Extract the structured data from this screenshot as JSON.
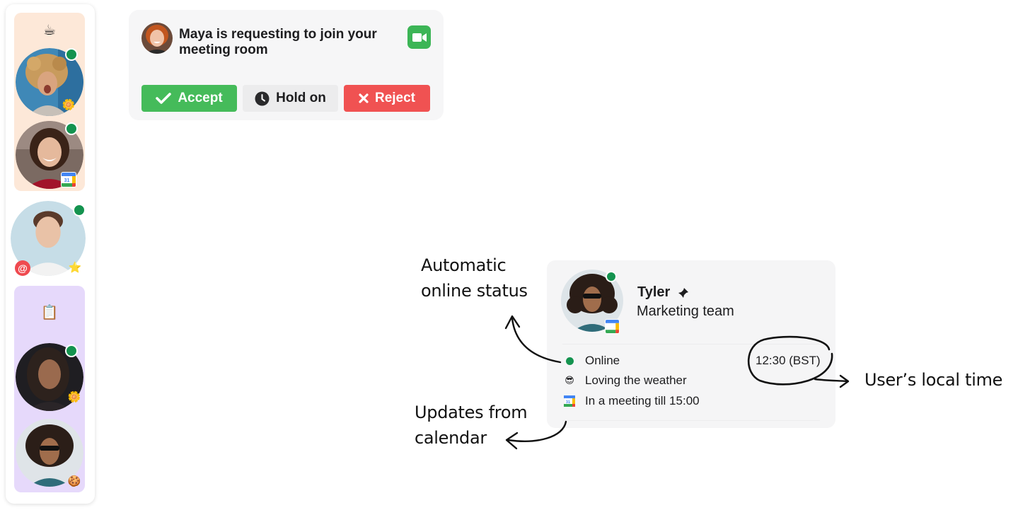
{
  "sidebar": {
    "groups": [
      {
        "icon": "coffee-icon",
        "glyph": "☕"
      },
      {
        "icon": "clipboard-icon",
        "glyph": "📋"
      }
    ],
    "badges": {
      "flower": "🌼",
      "star": "⭐",
      "mention": "@",
      "cookie": "🍪",
      "calendar_day": "31"
    }
  },
  "join_request": {
    "message": "Maya is requesting to join your meeting room",
    "accept_label": "Accept",
    "hold_label": "Hold on",
    "reject_label": "Reject"
  },
  "profile": {
    "name": "Tyler",
    "team": "Marketing team",
    "status": "Online",
    "mood_emoji": "😎",
    "mood": "Loving the weather",
    "calendar_status": "In a meeting till 15:00",
    "local_time": "12:30 (BST)",
    "calendar_day": "31"
  },
  "annotations": {
    "online_status_line1": "Automatic",
    "online_status_line2": "online status",
    "calendar_line1": "Updates from",
    "calendar_line2": "calendar",
    "local_time": "User’s local time"
  },
  "colors": {
    "online": "#14934f",
    "accept": "#45bb5a",
    "reject": "#f05252",
    "video": "#3cb556",
    "coffee_group": "#fde8d8",
    "clip_group": "#e6d9fb"
  }
}
